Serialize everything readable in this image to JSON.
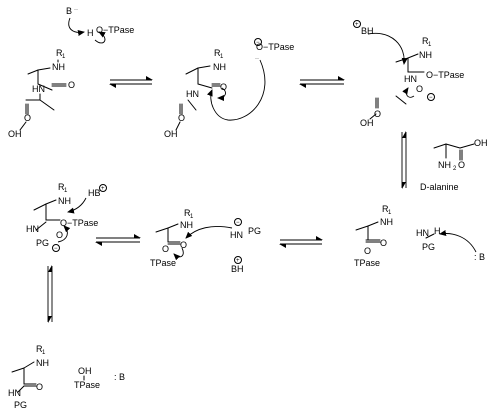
{
  "labels": {
    "base": "B",
    "colon_base": ": B",
    "h": "H",
    "o_tpase": "O−TPase",
    "tpase": "TPase",
    "oh": "OH",
    "o": "O",
    "nh": "NH",
    "hn": "HN",
    "n": "N",
    "r1": "R",
    "sub1": "1",
    "pg": "PG",
    "bh": "BH",
    "hb": "HB",
    "nh2": "NH",
    "sub2": "2",
    "plus": "+",
    "minus": "−",
    "dots": "··",
    "d_alanine": "D-alanine"
  }
}
